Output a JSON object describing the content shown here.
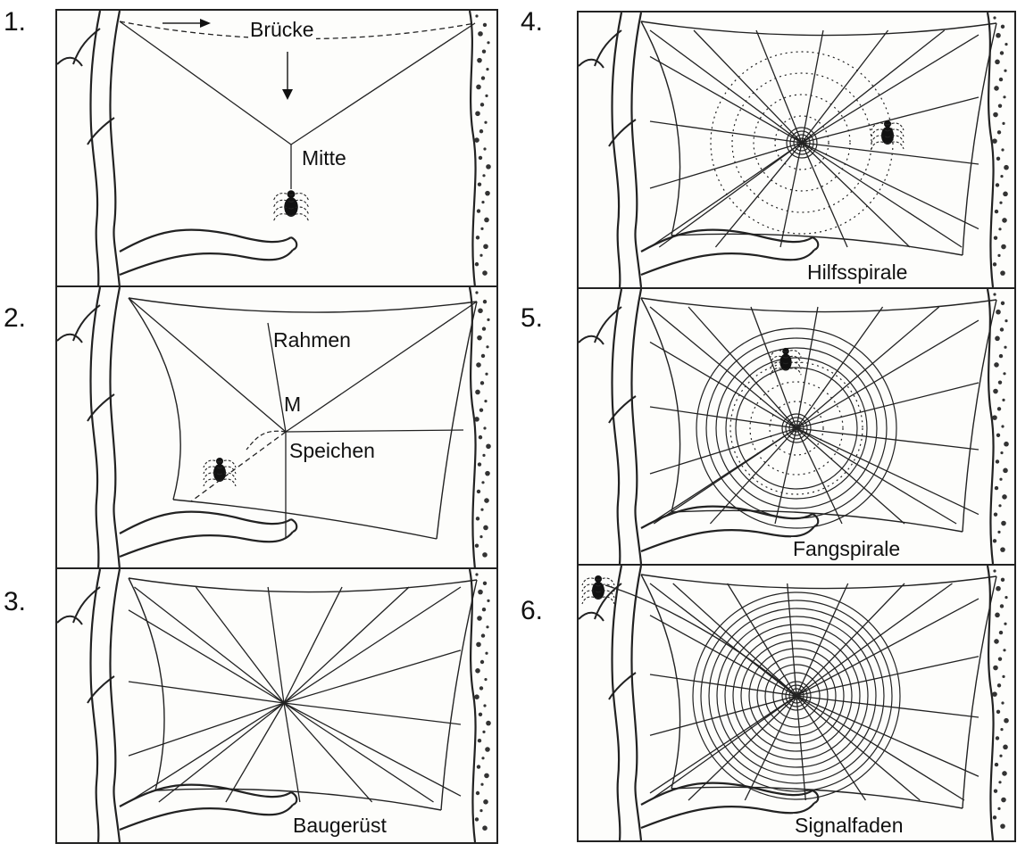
{
  "panels": [
    {
      "number": "1.",
      "labels": {
        "bridge": "Brücke",
        "center": "Mitte"
      }
    },
    {
      "number": "2.",
      "labels": {
        "frame": "Rahmen",
        "m": "M",
        "spokes": "Speichen"
      }
    },
    {
      "number": "3.",
      "labels": {
        "caption": "Baugerüst"
      }
    },
    {
      "number": "4.",
      "labels": {
        "caption": "Hilfsspirale"
      }
    },
    {
      "number": "5.",
      "labels": {
        "caption": "Fangspirale"
      }
    },
    {
      "number": "6.",
      "labels": {
        "caption": "Signalfaden"
      }
    }
  ]
}
